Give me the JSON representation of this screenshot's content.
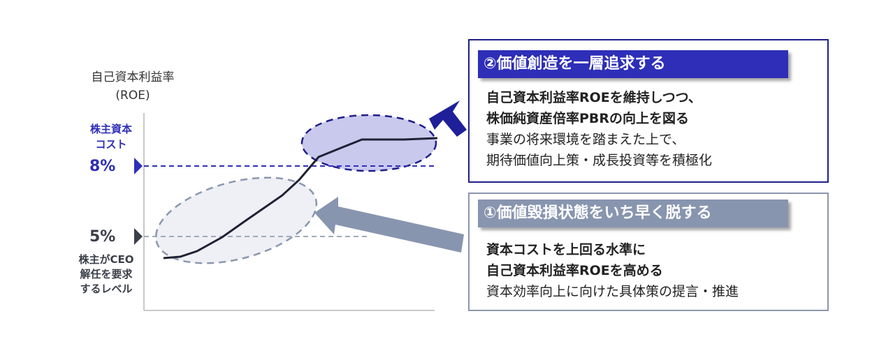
{
  "ylabel_line1": "自己資本利益率",
  "ylabel_line2": "(ROE)",
  "cost_label_line1": "株主資本",
  "cost_label_line2": "コスト",
  "level_8": "8%",
  "level_5": "5%",
  "ceo_label_line1": "株主がCEO",
  "ceo_label_line2": "解任を要求",
  "ceo_label_line3": "するレベル",
  "colors": {
    "primary": "#2e2eb8",
    "primary_dark": "#1f1f8a",
    "secondary": "#8895af",
    "line": "#1f2233"
  },
  "box1": {
    "title": "②価値創造を一層追求する",
    "line1": "自己資本利益率ROEを維持しつつ、",
    "line2": "株価純資産倍率PBRの向上を図る",
    "line3": "事業の将来環境を踏まえた上で、",
    "line4": "期待価値向上策・成長投資等を積極化"
  },
  "box2": {
    "title": "①価値毀損状態をいち早く脱する",
    "line1": "資本コストを上回る水準に",
    "line2": "自己資本利益率ROEを高める",
    "line3": "資本効率向上に向けた具体策の提言・推進"
  }
}
